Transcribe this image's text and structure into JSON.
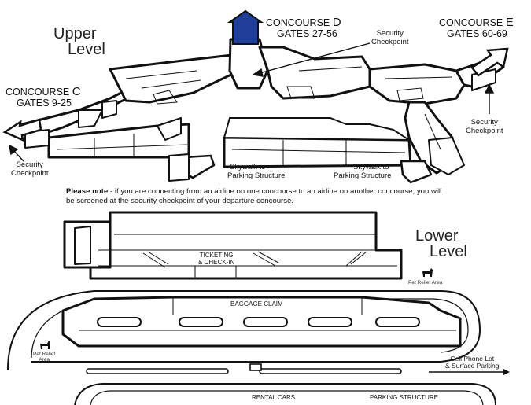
{
  "level_titles": {
    "upper_1": "Upper",
    "upper_2": "Level",
    "lower_1": "Lower",
    "lower_2": "Level"
  },
  "concourses": {
    "c": {
      "name": "CONCOURSE",
      "letter": "C",
      "gates": "GATES 9-25"
    },
    "d": {
      "name": "CONCOURSE",
      "letter": "D",
      "gates": "GATES 27-56"
    },
    "e": {
      "name": "CONCOURSE",
      "letter": "E",
      "gates": "GATES 60-69"
    }
  },
  "security": {
    "line1": "Security",
    "line2": "Checkpoint"
  },
  "skywalk": {
    "line1": "Skywalk to",
    "line2": "Parking Structure"
  },
  "note": {
    "bold": "Please note",
    "text": " - if you are connecting from an airline on one concourse to an airline on another concourse, you will be screened at the security checkpoint of your departure concourse."
  },
  "lower": {
    "ticketing_1": "TICKETING",
    "ticketing_2": "& CHECK-IN",
    "baggage": "BAGGAGE CLAIM",
    "pet_1": "Pet Relief",
    "pet_2": "Area",
    "pet_inline": "Pet Relief Area",
    "cell_1": "Cell Phone Lot",
    "cell_2": "& Surface Parking",
    "rental": "RENTAL CARS",
    "parking": "PARKING STRUCTURE"
  },
  "colors": {
    "accent": "#1f3f9a",
    "line": "#111111"
  }
}
